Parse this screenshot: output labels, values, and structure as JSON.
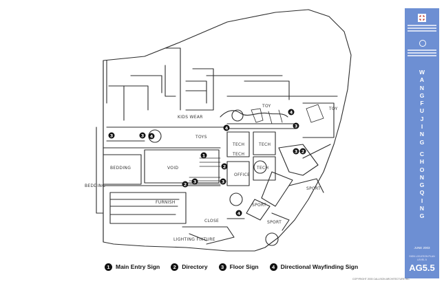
{
  "plan": {
    "room_labels": {
      "kids_wear": "KIDS WEAR",
      "toy_top": "TOY",
      "toy_right": "TOY",
      "toys": "TOYS",
      "tech_1": "TECH",
      "tech_2": "TECH",
      "tech_3": "TECH",
      "tech_4": "TECH",
      "bedding": "BEDDING",
      "bedding_side": "BEDDING",
      "void": "VOID",
      "office": "OFFICE",
      "furnish": "FURNISH",
      "close": "CLOSE",
      "sport_1": "SPORT",
      "sport_2": "SPORT",
      "sport_3": "SPORT",
      "lighting": "LIGHTING FIXTURE"
    },
    "markers": [
      {
        "num": "3"
      },
      {
        "num": "3"
      },
      {
        "num": "4"
      },
      {
        "num": "4"
      },
      {
        "num": "4"
      },
      {
        "num": "3"
      },
      {
        "num": "1"
      },
      {
        "num": "2"
      },
      {
        "num": "2"
      },
      {
        "num": "3"
      },
      {
        "num": "3"
      },
      {
        "num": "3"
      },
      {
        "num": "2"
      },
      {
        "num": "4"
      }
    ]
  },
  "legend": [
    {
      "num": "1",
      "label": "Main Entry Sign"
    },
    {
      "num": "2",
      "label": "Directory"
    },
    {
      "num": "3",
      "label": "Floor Sign"
    },
    {
      "num": "4",
      "label": "Directional Wayfinding Sign"
    }
  ],
  "title_block": {
    "project_letters_1": [
      "W",
      "A",
      "N",
      "G",
      "F",
      "U",
      "J",
      "I",
      "N",
      "G"
    ],
    "project_letters_2": [
      "C",
      "H",
      "O",
      "N",
      "G",
      "Q",
      "I",
      "N",
      "G"
    ],
    "date": "JUNE 2003",
    "sheet_title_1": "SIGN LOCATION PLAN",
    "sheet_title_2": "LEVEL 5",
    "sheet_number": "AG5.5",
    "colors": {
      "panel": "#6d8fd3",
      "logo_red": "#c0392b"
    }
  },
  "copyright": "COPYRIGHT 2003 CALLISON ARCHITECTURE INC"
}
